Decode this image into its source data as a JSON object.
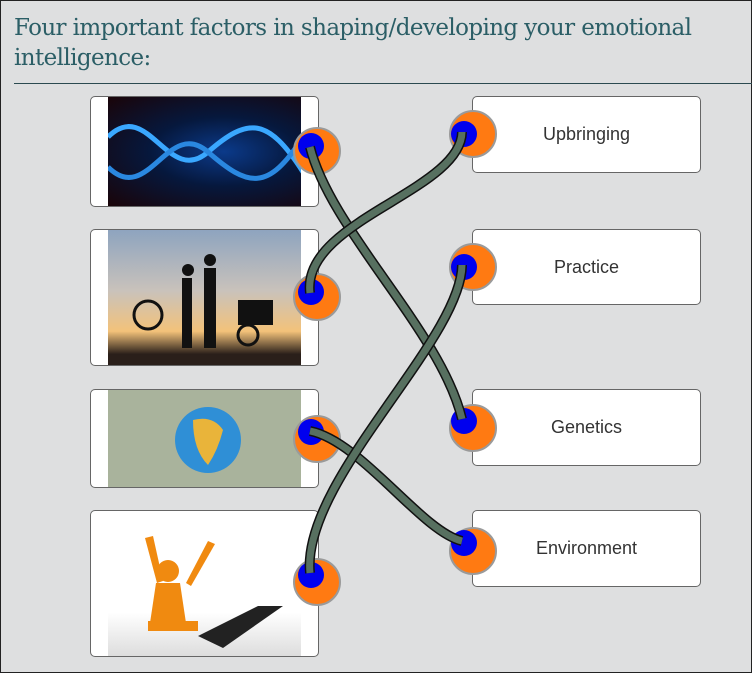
{
  "title": "Four important factors in shaping/developing your emotional intelligence:",
  "left_items": [
    {
      "name": "dna-image",
      "icon": "dna-helix"
    },
    {
      "name": "family-silhouette-image",
      "icon": "family-sunset"
    },
    {
      "name": "globe-image",
      "icon": "globe-people"
    },
    {
      "name": "person-laptop-image",
      "icon": "cheering-person-laptop"
    }
  ],
  "right_items": [
    {
      "label": "Upbringing"
    },
    {
      "label": "Practice"
    },
    {
      "label": "Genetics"
    },
    {
      "label": "Environment"
    }
  ],
  "connections": [
    {
      "from": "dna-image",
      "to": "Genetics"
    },
    {
      "from": "family-silhouette-image",
      "to": "Upbringing"
    },
    {
      "from": "globe-image",
      "to": "Environment"
    },
    {
      "from": "person-laptop-image",
      "to": "Practice"
    }
  ],
  "colors": {
    "knob": "#ff7a12",
    "dot": "#0000ee",
    "wire": "#577060",
    "title": "#2b5e66"
  }
}
